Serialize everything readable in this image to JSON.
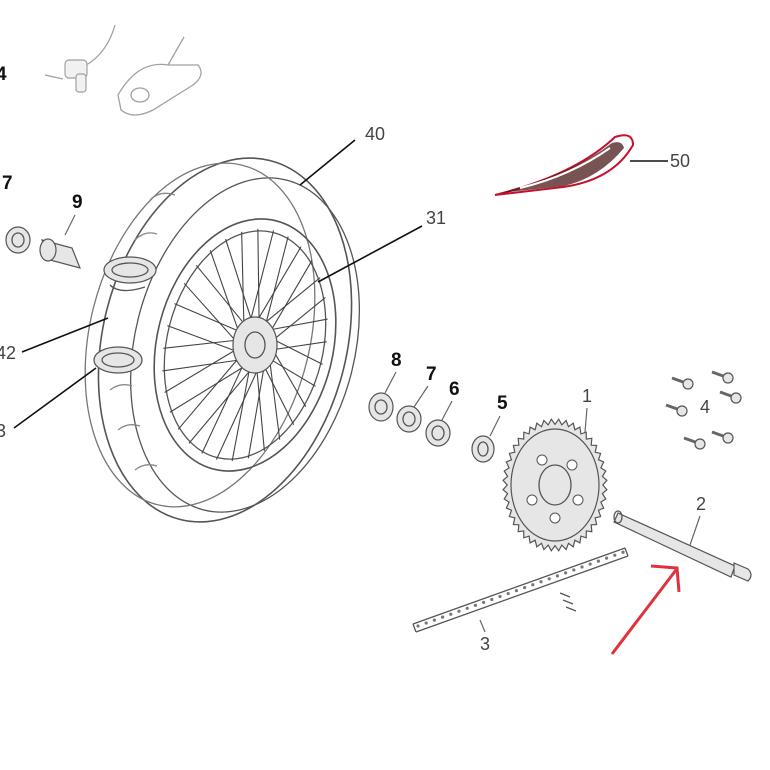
{
  "labels": {
    "p1": "1",
    "p2": "2",
    "p3": "3",
    "p4": "4",
    "p4top": "4",
    "p5": "5",
    "p6": "6",
    "p7": "7",
    "p7left": "7",
    "p8": "8",
    "p9": "9",
    "p31": "31",
    "p40": "40",
    "p42": "42",
    "p43": "3",
    "p50": "50"
  },
  "colors": {
    "arrow": "#e0323c",
    "decal": "#c8102e"
  }
}
